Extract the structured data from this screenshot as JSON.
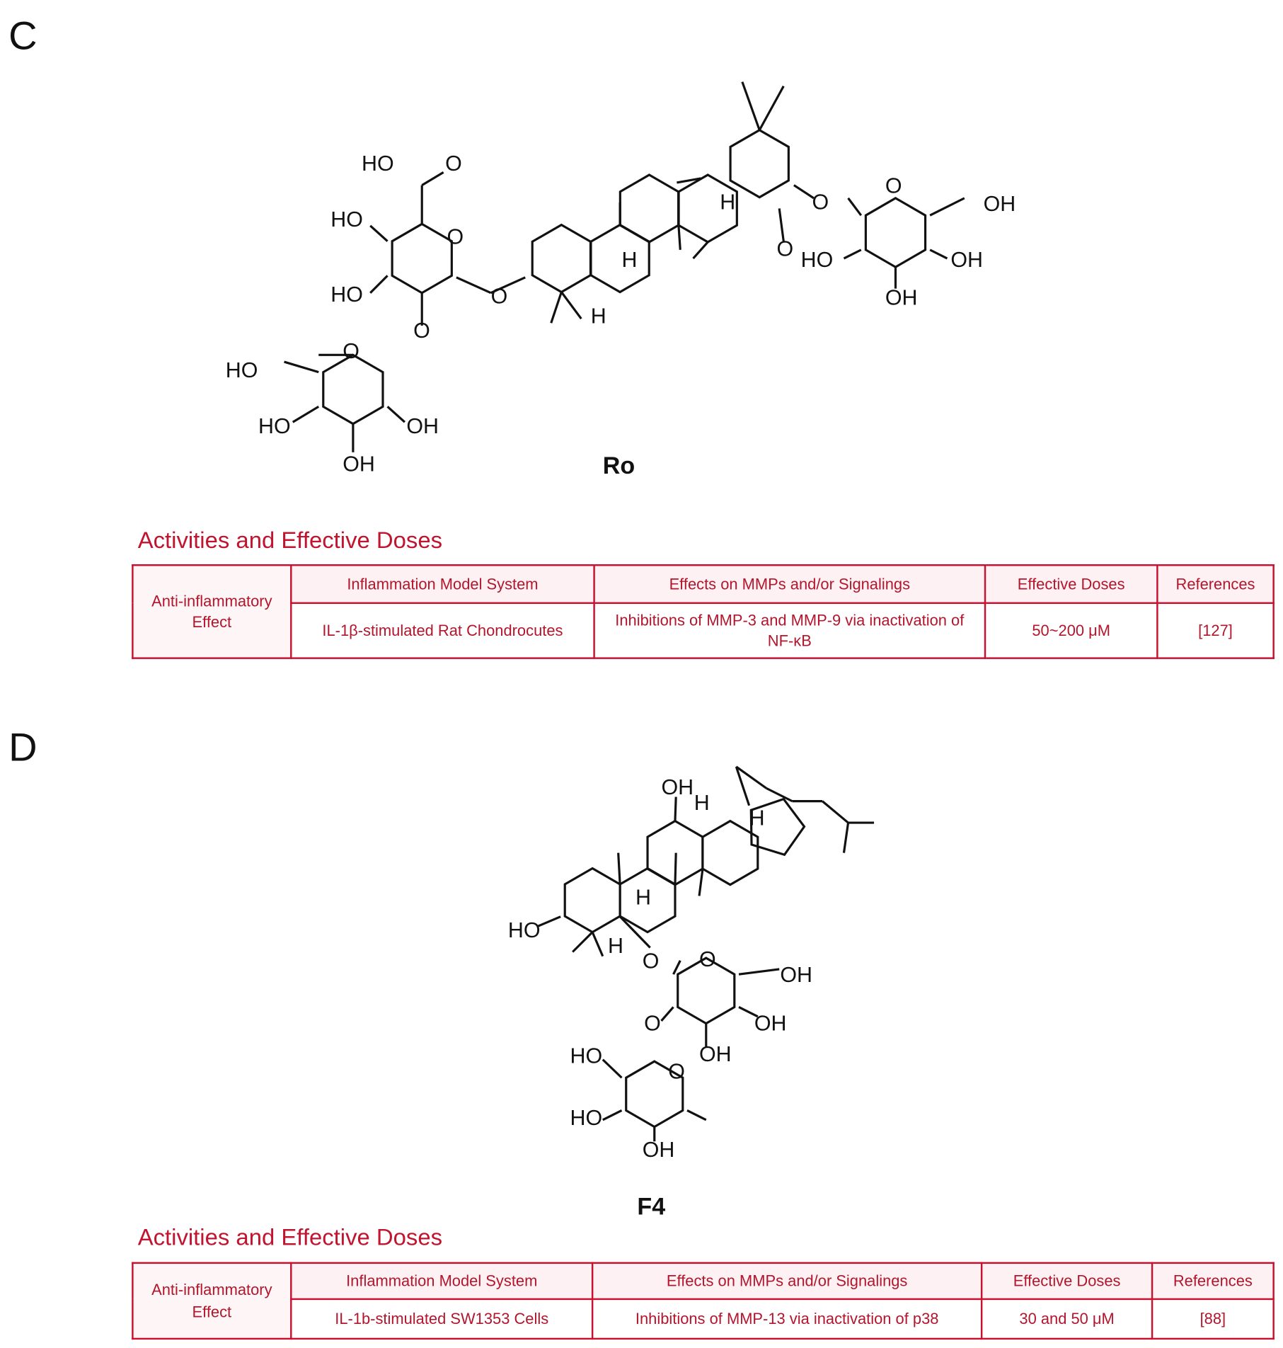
{
  "panels": [
    {
      "letter": "C",
      "compound": "Ro",
      "atoms": [
        "HO",
        "O",
        "HO",
        "O",
        "HO",
        "O",
        "O",
        "HO",
        "O",
        "HO",
        "OH",
        "OH",
        "H",
        "H",
        "O",
        "O",
        "O",
        "OH",
        "HO",
        "OH",
        "OH",
        "H"
      ],
      "section_title": "Activities and Effective Doses",
      "table": {
        "row_label": "Anti-inflammatory Effect",
        "headers": [
          "Inflammation Model System",
          "Effects on MMPs and/or Signalings",
          "Effective Doses",
          "References"
        ],
        "values": [
          "IL-1β-stimulated Rat Chondrocutes",
          "Inhibitions of MMP-3 and MMP-9 via inactivation of NF-κB",
          "50~200 μM",
          "[127]"
        ]
      }
    },
    {
      "letter": "D",
      "compound": "F4",
      "atoms": [
        "OH",
        "H",
        "H",
        "H",
        "HO",
        "H",
        "O",
        "O",
        "OH",
        "O",
        "OH",
        "OH",
        "HO",
        "O",
        "HO",
        "OH"
      ],
      "section_title": "Activities and Effective Doses",
      "table": {
        "row_label": "Anti-inflammatory Effect",
        "headers": [
          "Inflammation Model System",
          "Effects on MMPs and/or Signalings",
          "Effective Doses",
          "References"
        ],
        "values": [
          "IL-1b-stimulated SW1353 Cells",
          "Inhibitions of MMP-13 via inactivation of p38",
          "30 and 50 μM",
          "[88]"
        ]
      }
    }
  ],
  "colors": {
    "table_border": "#c8102e",
    "table_text": "#b3162c",
    "title": "#c0142f"
  }
}
